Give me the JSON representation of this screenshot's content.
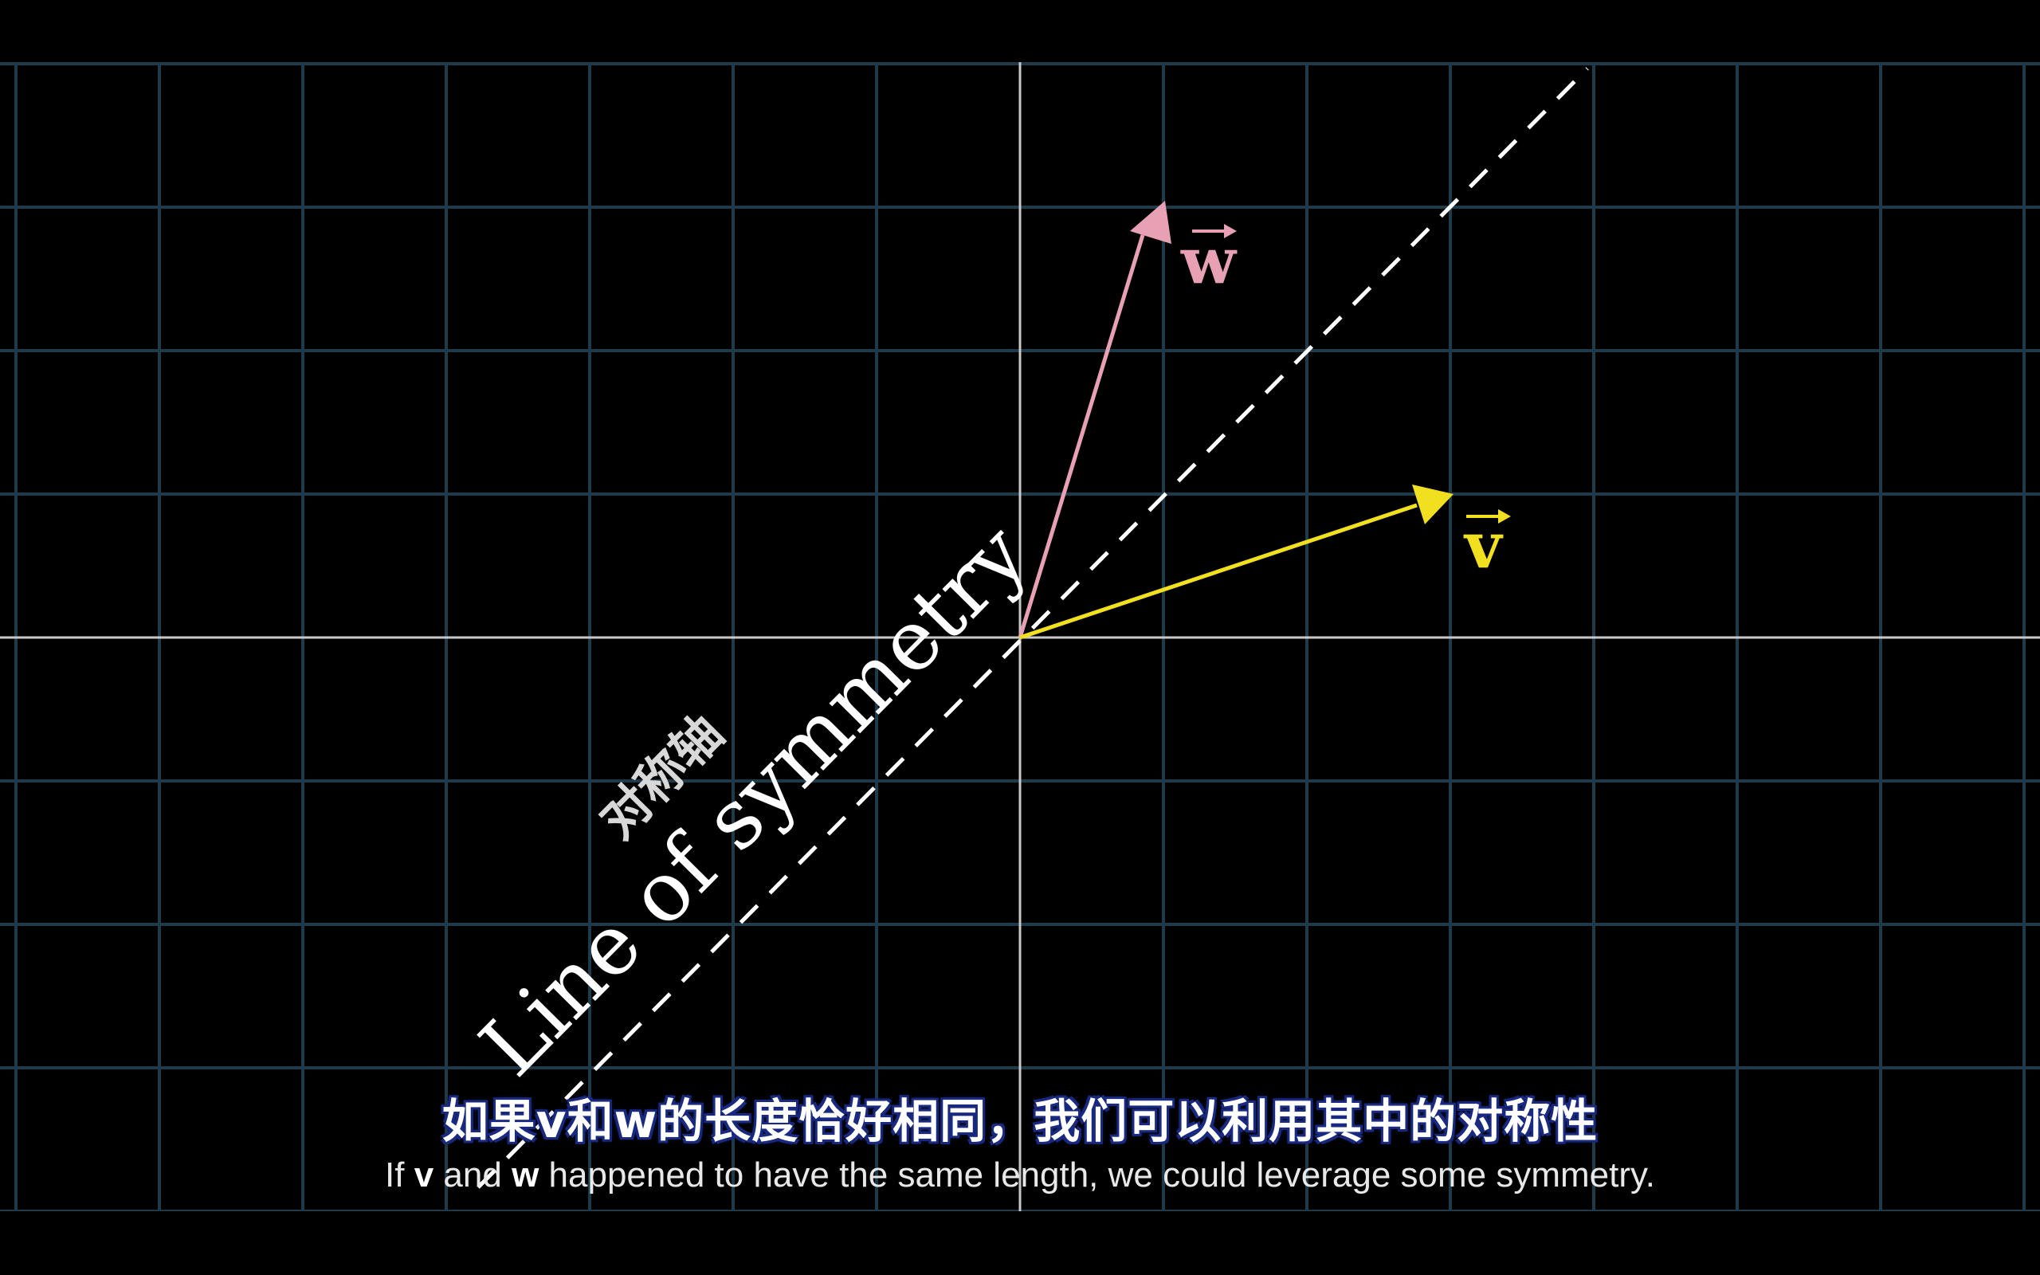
{
  "scene": {
    "background": "#000000",
    "grid_color": "#1f3a48",
    "axis_color": "#c8c8c8",
    "symmetry_line_color": "#ffffff"
  },
  "vectors": {
    "w": {
      "label": "w",
      "color": "#e8a0b4"
    },
    "v": {
      "label": "v",
      "color": "#f0e020"
    }
  },
  "symmetry": {
    "label_en": "Line of symmetry",
    "label_zh": "对称轴"
  },
  "subtitles": {
    "zh": "如果v和w的长度恰好相同，我们可以利用其中的对称性",
    "en_part1": "If ",
    "en_v": "v",
    "en_part2": " and ",
    "en_w": "w",
    "en_part3": " happened to have the same length, we could leverage some symmetry."
  }
}
